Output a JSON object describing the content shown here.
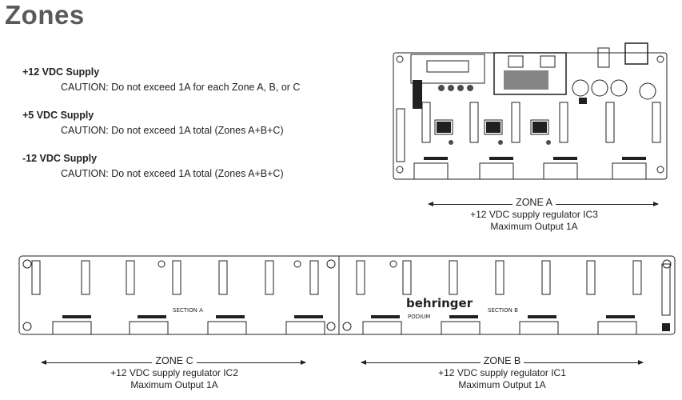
{
  "page": {
    "title": "Zones"
  },
  "supplies": [
    {
      "heading": "+12 VDC Supply",
      "caution": "CAUTION: Do not exceed 1A for each Zone A, B, or C"
    },
    {
      "heading": "+5 VDC Supply",
      "caution": "CAUTION: Do not exceed 1A total (Zones A+B+C)"
    },
    {
      "heading": "-12 VDC Supply",
      "caution": "CAUTION: Do not exceed 1A total (Zones A+B+C)"
    }
  ],
  "zones": {
    "a": {
      "title": "ZONE A",
      "line1": "+12 VDC supply regulator IC3",
      "line2": "Maximum Output 1A"
    },
    "b": {
      "title": "ZONE B",
      "line1": "+12 VDC supply regulator IC1",
      "line2": "Maximum Output 1A"
    },
    "c": {
      "title": "ZONE C",
      "line1": "+12 VDC supply regulator IC2",
      "line2": "Maximum Output 1A"
    }
  },
  "board": {
    "section_a": "SECTION A",
    "section_b": "SECTION B",
    "logo": "behringer",
    "model": "PODIUM"
  }
}
